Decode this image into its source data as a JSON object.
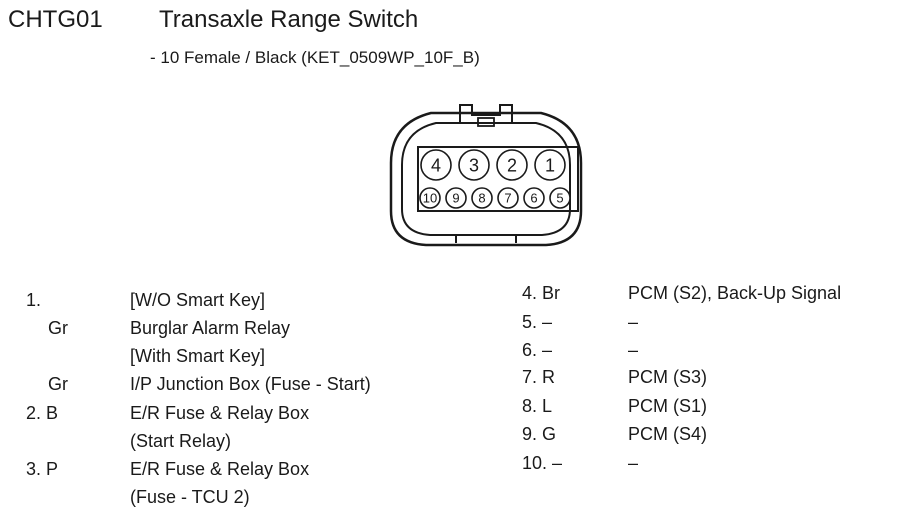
{
  "header": {
    "code": "CHTG01",
    "title": "Transaxle Range Switch",
    "subtitle": "- 10 Female / Black (KET_0509WP_10F_B)"
  },
  "connector": {
    "top_row": [
      "4",
      "3",
      "2",
      "1"
    ],
    "bottom_row": [
      "10",
      "9",
      "8",
      "7",
      "6",
      "5"
    ]
  },
  "left_pins": {
    "p1_num": "1.",
    "p1_opt1": "[W/O Smart Key]",
    "p1_wire1": "Gr",
    "p1_dest1": "Burglar Alarm Relay",
    "p1_opt2": "[With Smart Key]",
    "p1_wire2": "Gr",
    "p1_dest2": "I/P Junction Box (Fuse - Start)",
    "p2_num": "2. B",
    "p2_dest": "E/R Fuse & Relay Box",
    "p2_dest2": "(Start Relay)",
    "p3_num": "3. P",
    "p3_dest": "E/R Fuse & Relay Box",
    "p3_dest2": "(Fuse - TCU 2)"
  },
  "right_pins": [
    {
      "pin": "4. Br",
      "dest": "PCM (S2), Back-Up Signal"
    },
    {
      "pin": "5. –",
      "dest": "–"
    },
    {
      "pin": "6. –",
      "dest": "–"
    },
    {
      "pin": "7. R",
      "dest": "PCM (S3)"
    },
    {
      "pin": "8. L",
      "dest": "PCM (S1)"
    },
    {
      "pin": "9. G",
      "dest": "PCM (S4)"
    },
    {
      "pin": "10. –",
      "dest": "–"
    }
  ]
}
